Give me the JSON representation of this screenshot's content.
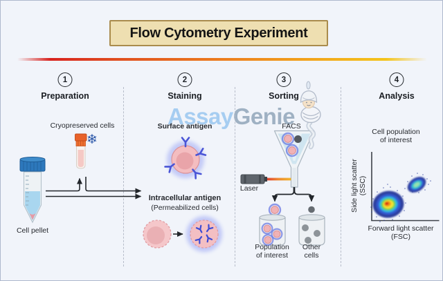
{
  "title": "Flow Cytometry Experiment",
  "watermark": {
    "part1": "Assay",
    "part2": "Genie"
  },
  "steps": [
    {
      "number": "1",
      "label": "Preparation"
    },
    {
      "number": "2",
      "label": "Staining"
    },
    {
      "number": "3",
      "label": "Sorting"
    },
    {
      "number": "4",
      "label": "Analysis"
    }
  ],
  "preparation": {
    "cryo_label": "Cryopreserved cells",
    "pellet_label": "Cell pellet",
    "snowflake_icon": "❄"
  },
  "staining": {
    "surface_label": "Surface antigen",
    "intracellular_label": "Intracellular antigen",
    "permeabilized_label": "(Permeabilized cells)"
  },
  "sorting": {
    "facs_label": "FACS",
    "laser_label": "Laser",
    "population_line1": "Population",
    "population_line2": "of interest",
    "other_line1": "Other",
    "other_line2": "cells"
  },
  "analysis": {
    "callout_line1": "Cell population",
    "callout_line2": "of interest",
    "chart": {
      "type": "scatter-density",
      "ylabel_line1": "Side light scatter",
      "ylabel_line2": "(SSC)",
      "xlabel_line1": "Forward light scatter",
      "xlabel_line2": "(FSC)",
      "clusters": [
        {
          "name": "main cell population",
          "position": "lower-left",
          "density": "high (red core)"
        },
        {
          "name": "cell population of interest",
          "position": "upper-right",
          "density": "medium (green core)"
        }
      ]
    }
  },
  "colors": {
    "background": "#f1f4fa",
    "border": "#aeb8cc",
    "title_box_bg": "#eedfb1",
    "title_box_border": "#a98b4c",
    "gradient_red": "#d8231f",
    "gradient_orange": "#ec7d1e",
    "gradient_yellow": "#f4c41c",
    "antibody_blue": "#4a55d6",
    "cell_pink": "#f4bdc0",
    "glow_blue": "#5b6cf0",
    "snowflake_blue": "#2a56a8",
    "falcon_cap_blue": "#2d78bc",
    "cryovial_cap_orange": "#e8622a",
    "laser_body_gray": "#5f656c",
    "density_core_red": "#d01818",
    "watermark_blue": "#9dc9f0",
    "watermark_gray": "#96aabd"
  }
}
